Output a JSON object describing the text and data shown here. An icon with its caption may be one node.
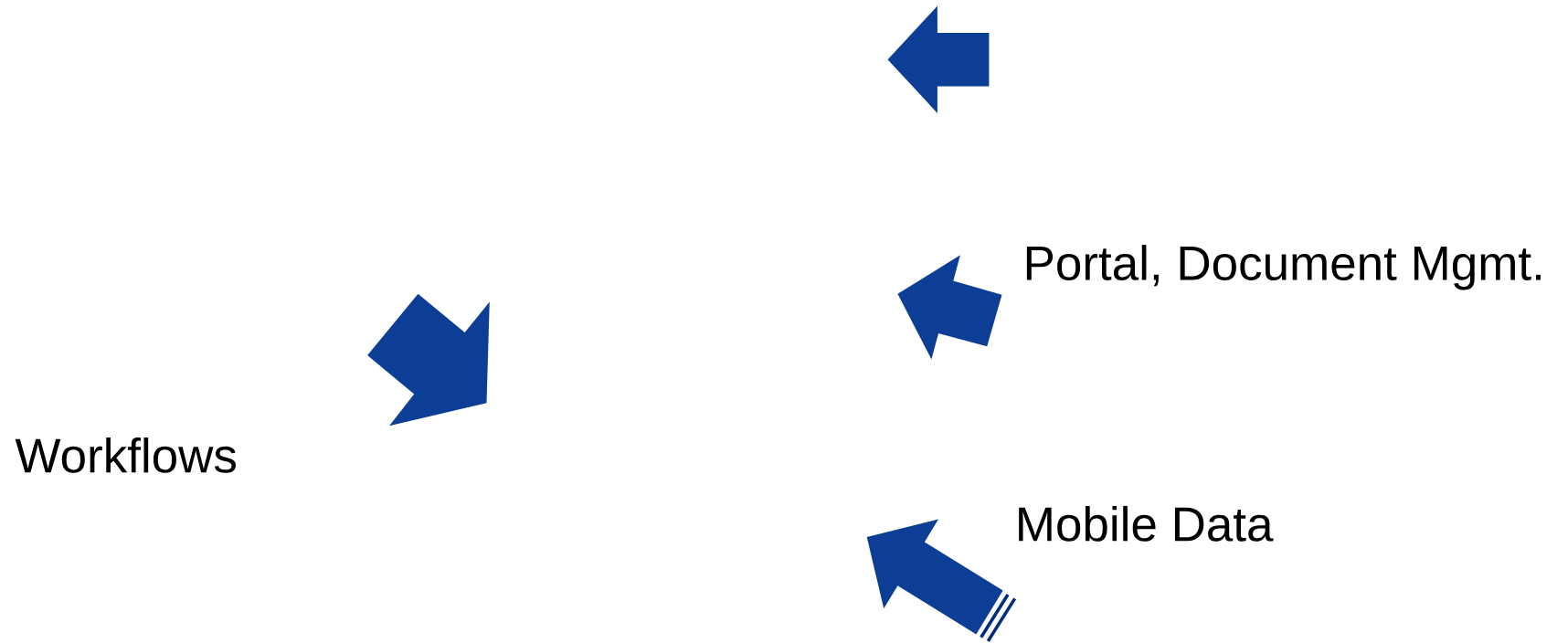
{
  "diagram": {
    "labels": [
      "Portal, Document Mgmt.",
      "Workflows",
      "Mobile Data"
    ]
  }
}
